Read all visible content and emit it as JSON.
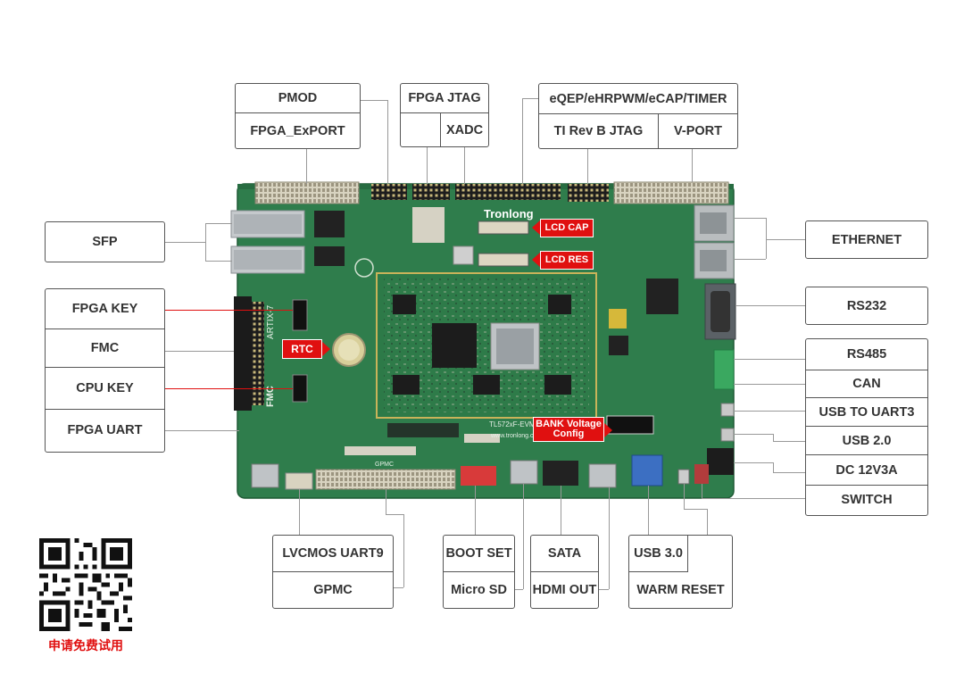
{
  "board": {
    "brand": "Tronlong",
    "silk_fmc": "FMC",
    "silk_artix": "ARTIX-7",
    "silk_model": "TL572xF-EVM",
    "silk_url": "www.tronlong.com",
    "silk_gpmc": "GPMC"
  },
  "callouts": {
    "lcd_cap": "LCD CAP",
    "lcd_res": "LCD RES",
    "rtc": "RTC",
    "bank_voltage_line1": "BANK Voltage",
    "bank_voltage_line2": "Config"
  },
  "labels": {
    "pmod": "PMOD",
    "fpga_export": "FPGA_ExPORT",
    "fpga_jtag": "FPGA JTAG",
    "xadc": "XADC",
    "eqep": "eQEP/eHRPWM/eCAP/TIMER",
    "ti_jtag": "TI Rev B JTAG",
    "v_port": "V-PORT",
    "sfp": "SFP",
    "ethernet": "ETHERNET",
    "fpga_key": "FPGA KEY",
    "fmc": "FMC",
    "cpu_key": "CPU KEY",
    "fpga_uart": "FPGA UART",
    "rs232": "RS232",
    "rs485": "RS485",
    "can": "CAN",
    "usb_uart3": "USB TO UART3",
    "usb2": "USB 2.0",
    "dc": "DC 12V3A",
    "switch": "SWITCH",
    "lvcmos": "LVCMOS UART9",
    "gpmc": "GPMC",
    "boot_set": "BOOT SET",
    "micro_sd": "Micro SD",
    "sata": "SATA",
    "hdmi_out": "HDMI OUT",
    "usb3": "USB 3.0",
    "warm_reset": "WARM RESET"
  },
  "promo": {
    "qr_icon": "qr-code-icon",
    "caption": "申请免费试用"
  },
  "colors": {
    "pcb": "#2f7d4c",
    "callout": "#e01010",
    "box_border": "#555555",
    "line": "#999999",
    "caption": "#e01010"
  }
}
